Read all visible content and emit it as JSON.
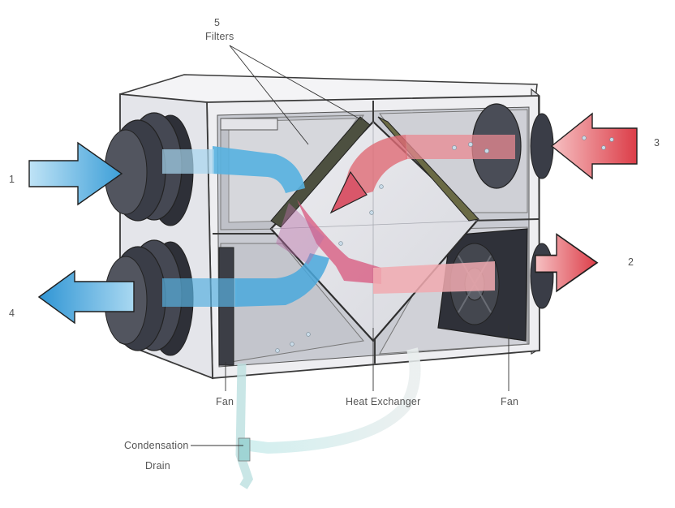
{
  "labels": {
    "inlet_fresh_num": "1",
    "supply_num": "2",
    "exhaust_in_num": "3",
    "exhaust_out_num": "4",
    "filters_num": "5",
    "filters": "Filters",
    "fan_left": "Fan",
    "heat_exchanger": "Heat Exchanger",
    "fan_right": "Fan",
    "drain_line1": "Condensation",
    "drain_line2": "Drain"
  },
  "colors": {
    "cold_air": "#4aa8dc",
    "warm_air": "#e0505a",
    "housing": "#f1f1f3",
    "duct_collar": "#3d3f48",
    "outline": "#333333"
  }
}
